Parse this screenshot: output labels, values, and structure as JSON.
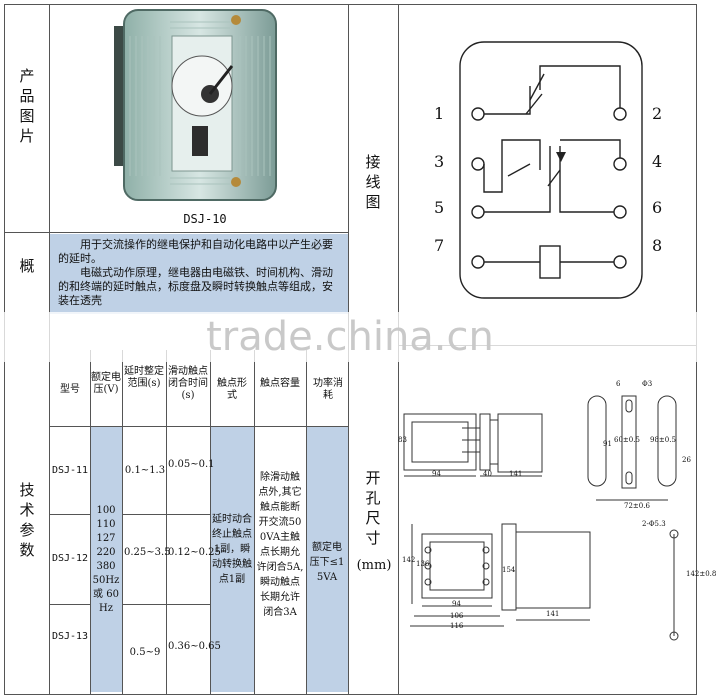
{
  "left_labels": {
    "photo": "产品图片",
    "overview": "概",
    "params": "技术参数"
  },
  "right_labels": {
    "wiring": "接线图",
    "cutout": "开孔尺寸",
    "cutout_unit": "(mm)"
  },
  "product": {
    "model_caption": "DSJ-10"
  },
  "overview": {
    "para1": "用于交流操作的继电保护和自动化电路中以产生必要的延时。",
    "para2": "电磁式动作原理，继电器由电磁铁、时间机构、滑动的和终端的延时触点，标度盘及瞬时转换触点等组成，安装在透壳"
  },
  "watermark": "trade.china.cn",
  "table": {
    "headers": {
      "model": "型号",
      "voltage": "额定电压(V)",
      "range": "延时整定范围(s)",
      "sliding": "滑动触点闭合时间(s)",
      "contact_form": "触点形式",
      "capacity": "触点容量",
      "power": "功率消耗"
    },
    "rows": [
      {
        "model": "DSJ-11",
        "range": "0.1~1.3",
        "sliding": "0.05~0.1"
      },
      {
        "model": "DSJ-12",
        "range": "0.25~3.5",
        "sliding": "0.12~0.25"
      },
      {
        "model": "DSJ-13",
        "range": "0.5~9",
        "sliding": "0.36~0.65"
      }
    ],
    "voltage_values": "100 110 127 220 380 50Hz 或 60Hz",
    "contact_form_text": "延时动合终止触点1副，瞬动转换触点1副",
    "capacity_text": "除滑动触点外,其它触点能断开交流500VA主触点长期允许闭合5A,瞬动触点长期允许闭合3A",
    "power_text": "额定电压下≤15VA"
  },
  "wiring": {
    "terminals": [
      "1",
      "2",
      "3",
      "4",
      "5",
      "6",
      "7",
      "8"
    ]
  },
  "dims": {
    "d83": "83",
    "d94": "94",
    "d40": "40",
    "d141": "141",
    "d6": "6",
    "d63": "Φ3",
    "d91": "91",
    "d60": "60±0.5",
    "d98": "98±0.5",
    "d26": "26",
    "d72": "72±0.6",
    "d142": "142",
    "d136": "136",
    "d154": "154",
    "d94b": "94",
    "d106": "106",
    "d116": "116",
    "d141b": "141",
    "d253": "2-Φ5.3",
    "d1425": "142±0.8"
  }
}
